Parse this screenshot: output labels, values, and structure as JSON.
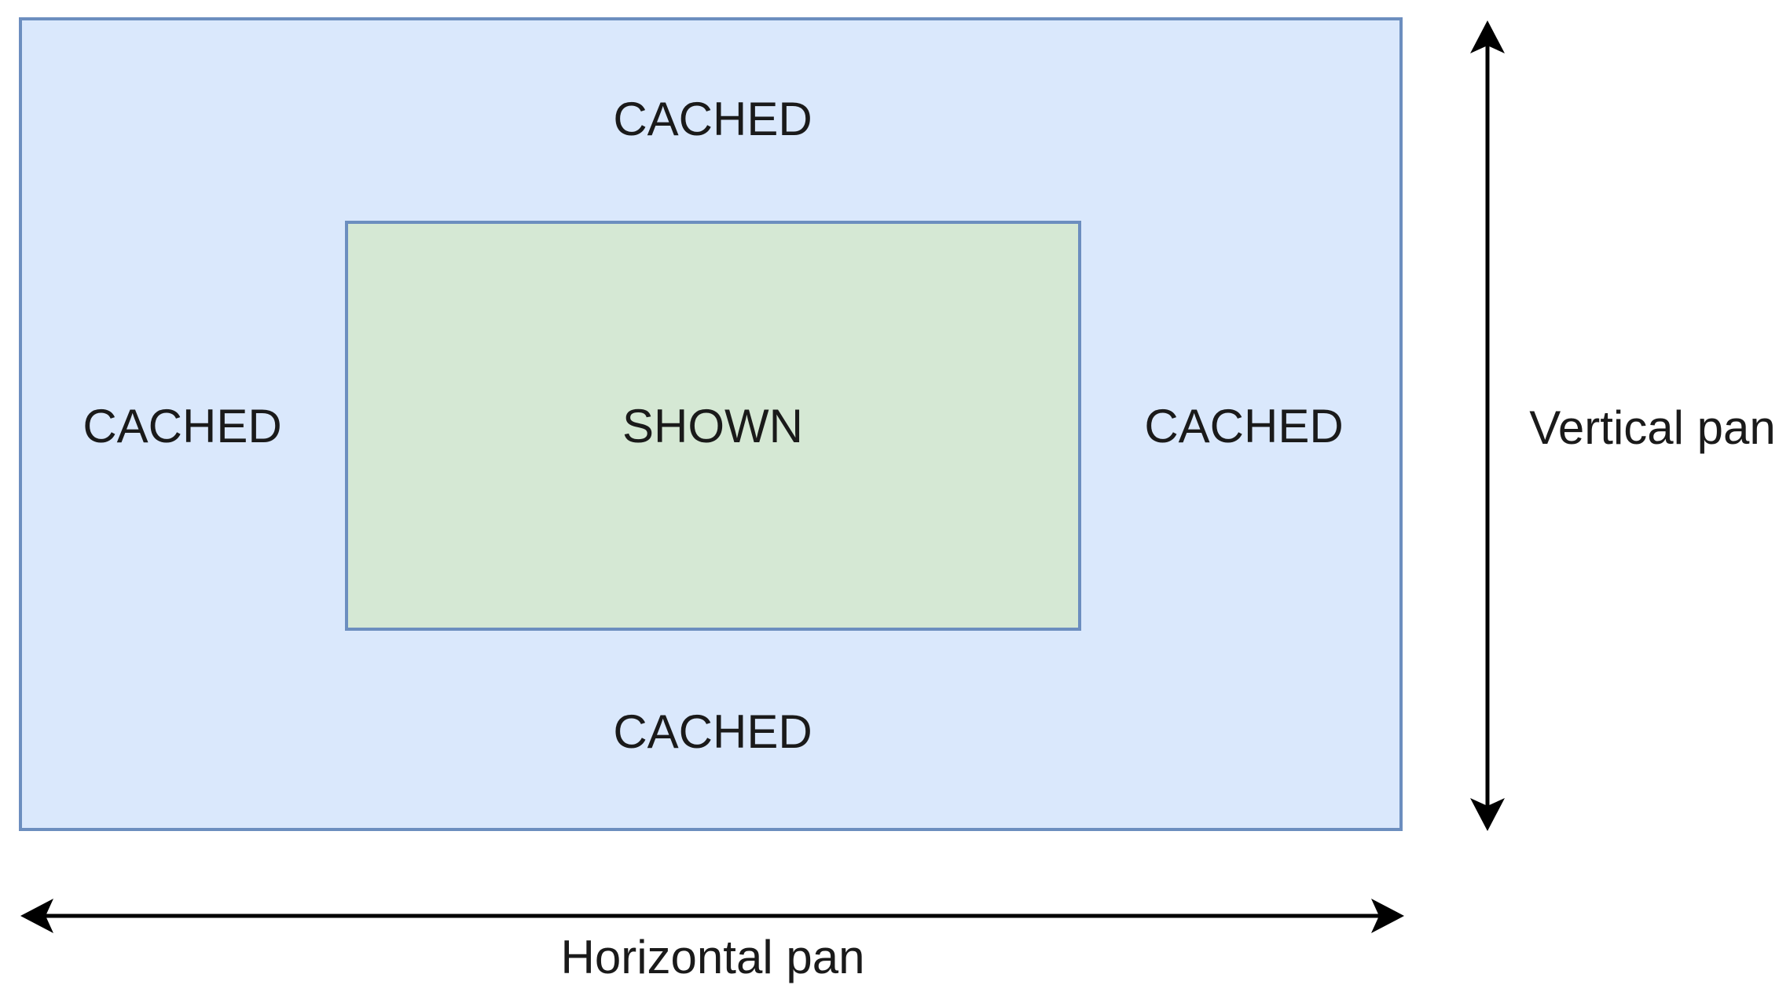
{
  "regions": {
    "cached_top": "CACHED",
    "cached_left": "CACHED",
    "shown": "SHOWN",
    "cached_right": "CACHED",
    "cached_bottom": "CACHED"
  },
  "axes": {
    "vertical": "Vertical pan",
    "horizontal": "Horizontal pan"
  },
  "colors": {
    "cached_fill": "#dae8fc",
    "cached_stroke": "#6c8ebf",
    "shown_fill": "#d5e8d4",
    "shown_stroke": "#6c8ebf",
    "arrow": "#000000"
  }
}
